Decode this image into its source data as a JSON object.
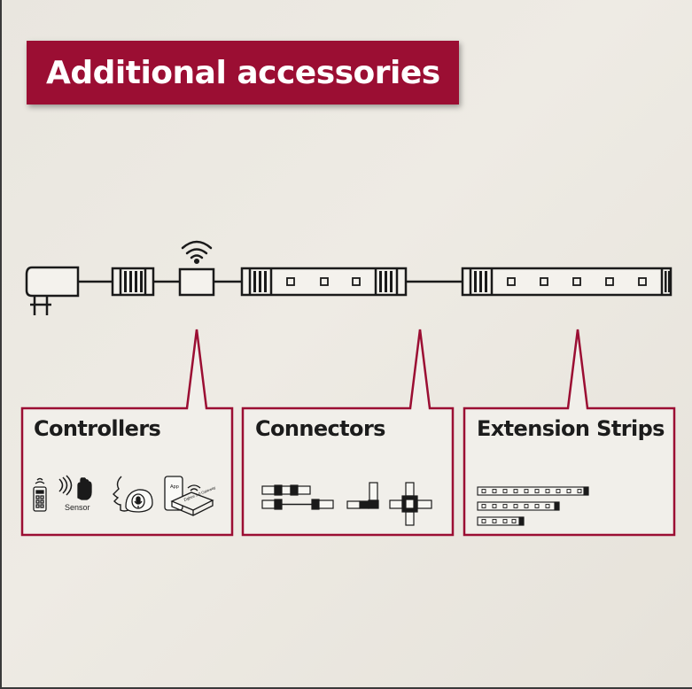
{
  "title": "Additional accessories",
  "callouts": [
    {
      "label": "Controllers"
    },
    {
      "label": "Connectors"
    },
    {
      "label": "Extension Strips"
    }
  ],
  "controller_icons": {
    "sensor_label": "Sensor",
    "app_label": "App",
    "gateway_label": "Zigbee 3.0 Gateway"
  },
  "colors": {
    "accent": "#9b0e33",
    "line": "#1a1a1a",
    "background": "#ebe8e1"
  },
  "icons": [
    "power-adapter-icon",
    "wifi-icon",
    "remote-control-icon",
    "wave-icon",
    "hand-icon",
    "smart-speaker-icon",
    "smartphone-icon",
    "gateway-icon"
  ]
}
